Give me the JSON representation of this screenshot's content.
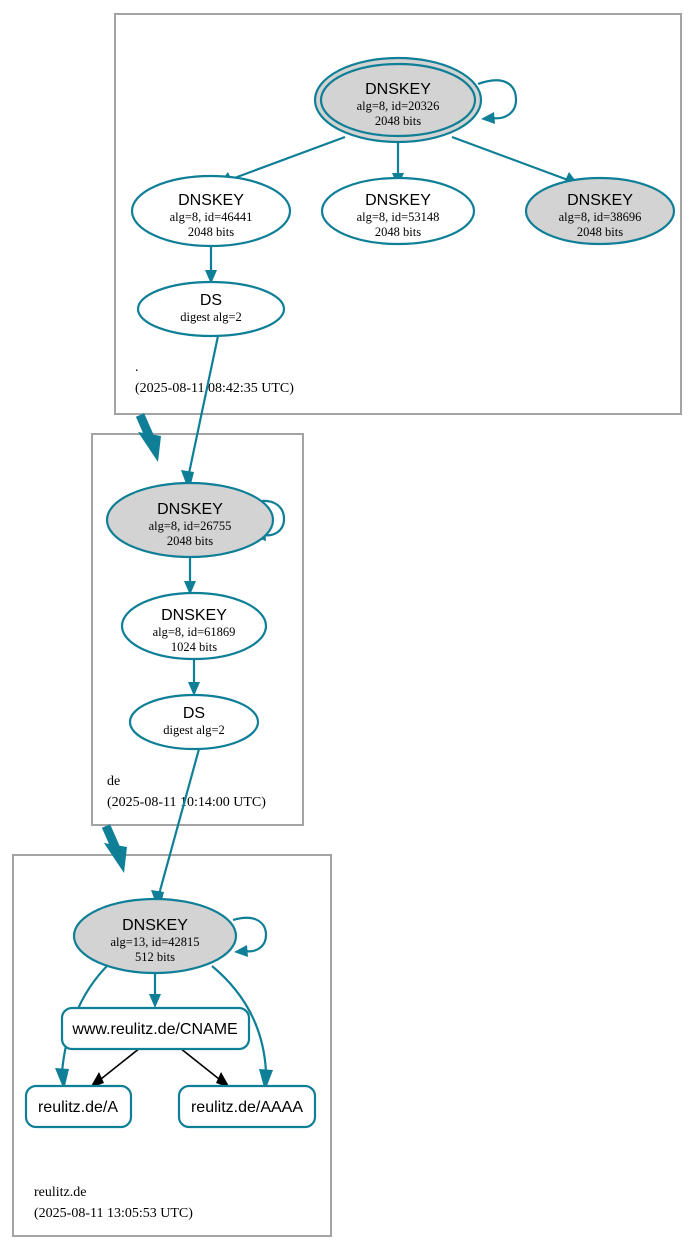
{
  "diagram": {
    "kind": "dnssec-chain-of-trust",
    "colors": {
      "accent_teal": "#0e7f96",
      "secure_key_fill": "#d3d3d3",
      "plain_fill": "#ffffff",
      "cluster_border": "#a3a3a3",
      "cname_arrow": "#000000"
    }
  },
  "zones": [
    {
      "id": "root",
      "name": ".",
      "timestamp": "(2025-08-11 08:42:35 UTC)",
      "nodes": [
        {
          "id": "root-ksk",
          "type": "DNSKEY",
          "title": "DNSKEY",
          "line2": "alg=8, id=20326",
          "line3": "2048 bits",
          "alg": 8,
          "key_id": 20326,
          "bits": 2048,
          "fill": "gray",
          "double_ring": true,
          "self_signed": true
        },
        {
          "id": "root-zsk-46441",
          "type": "DNSKEY",
          "title": "DNSKEY",
          "line2": "alg=8, id=46441",
          "line3": "2048 bits",
          "alg": 8,
          "key_id": 46441,
          "bits": 2048,
          "fill": "white",
          "double_ring": false,
          "self_signed": false
        },
        {
          "id": "root-zsk-53148",
          "type": "DNSKEY",
          "title": "DNSKEY",
          "line2": "alg=8, id=53148",
          "line3": "2048 bits",
          "alg": 8,
          "key_id": 53148,
          "bits": 2048,
          "fill": "white",
          "double_ring": false,
          "self_signed": false
        },
        {
          "id": "root-key-38696",
          "type": "DNSKEY",
          "title": "DNSKEY",
          "line2": "alg=8, id=38696",
          "line3": "2048 bits",
          "alg": 8,
          "key_id": 38696,
          "bits": 2048,
          "fill": "gray",
          "double_ring": false,
          "self_signed": false
        },
        {
          "id": "root-ds",
          "type": "DS",
          "title": "DS",
          "line2": "digest alg=2",
          "line3": "",
          "fill": "white",
          "double_ring": false,
          "self_signed": false
        }
      ]
    },
    {
      "id": "de",
      "name": "de",
      "timestamp": "(2025-08-11 10:14:00 UTC)",
      "nodes": [
        {
          "id": "de-ksk",
          "type": "DNSKEY",
          "title": "DNSKEY",
          "line2": "alg=8, id=26755",
          "line3": "2048 bits",
          "alg": 8,
          "key_id": 26755,
          "bits": 2048,
          "fill": "gray",
          "double_ring": false,
          "self_signed": true
        },
        {
          "id": "de-zsk",
          "type": "DNSKEY",
          "title": "DNSKEY",
          "line2": "alg=8, id=61869",
          "line3": "1024 bits",
          "alg": 8,
          "key_id": 61869,
          "bits": 1024,
          "fill": "white",
          "double_ring": false,
          "self_signed": false
        },
        {
          "id": "de-ds",
          "type": "DS",
          "title": "DS",
          "line2": "digest alg=2",
          "line3": "",
          "fill": "white",
          "double_ring": false,
          "self_signed": false
        }
      ]
    },
    {
      "id": "reulitz",
      "name": "reulitz.de",
      "timestamp": "(2025-08-11 13:05:53 UTC)",
      "nodes": [
        {
          "id": "reulitz-ksk",
          "type": "DNSKEY",
          "title": "DNSKEY",
          "line2": "alg=13, id=42815",
          "line3": "512 bits",
          "alg": 13,
          "key_id": 42815,
          "bits": 512,
          "fill": "gray",
          "double_ring": false,
          "self_signed": true
        }
      ],
      "rrsets": [
        {
          "id": "rr-cname",
          "label": "www.reulitz.de/CNAME"
        },
        {
          "id": "rr-a",
          "label": "reulitz.de/A"
        },
        {
          "id": "rr-aaaa",
          "label": "reulitz.de/AAAA"
        }
      ]
    }
  ]
}
